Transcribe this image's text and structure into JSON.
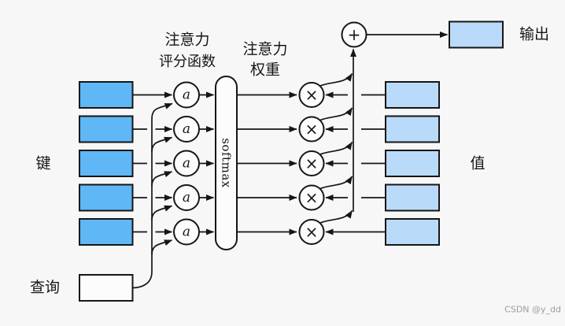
{
  "labels": {
    "keys": "键",
    "query": "查询",
    "values": "值",
    "output": "输出",
    "scoring_line1": "注意力",
    "scoring_line2": "评分函数",
    "weights_line1": "注意力",
    "weights_line2": "权重",
    "softmax": "softmax"
  },
  "symbols": {
    "score": "a",
    "multiply": "×",
    "sum": "+"
  },
  "colors": {
    "background": "#f7f7f7",
    "key_fill": "#5fb7f6",
    "value_fill": "#badaf9",
    "node_fill": "#fcfcfc",
    "line": "#161616",
    "watermark": "#9b9b9b"
  },
  "counts": {
    "keys": 5,
    "values": 5,
    "score_nodes": 5,
    "multiply_nodes": 5
  },
  "watermark": "CSDN @y_dd"
}
